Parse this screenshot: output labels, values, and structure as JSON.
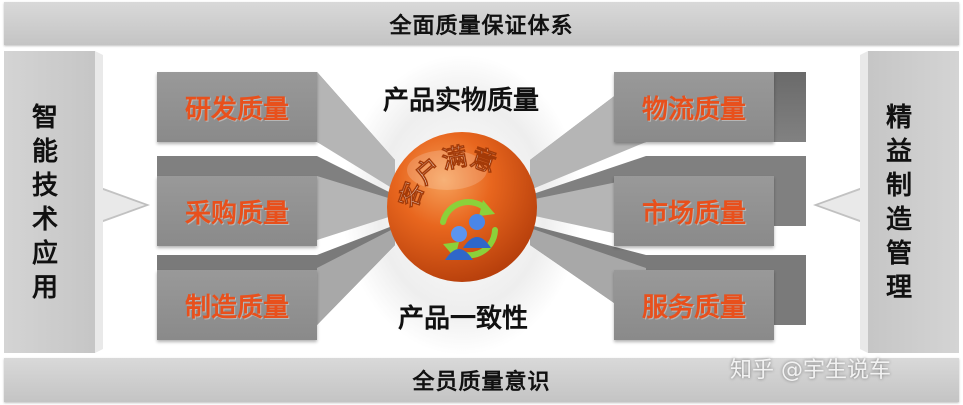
{
  "top_band": "全面质量保证体系",
  "bottom_band": "全员质量意识",
  "left_side": [
    "智",
    "能",
    "技",
    "术",
    "应",
    "用"
  ],
  "right_side": [
    "精",
    "益",
    "制",
    "造",
    "管",
    "理"
  ],
  "left_boxes": [
    "研发质量",
    "采购质量",
    "制造质量"
  ],
  "right_boxes": [
    "物流质量",
    "市场质量",
    "服务质量"
  ],
  "center_top": "产品实物质量",
  "center_bottom": "产品一致性",
  "sphere_text": "客户满意",
  "watermark": "知乎 @宇生说车",
  "colors": {
    "box_text": "#e8501c",
    "sphere": "#e8661e",
    "box": "#999999"
  },
  "icons": [
    "users-exchange-icon"
  ]
}
